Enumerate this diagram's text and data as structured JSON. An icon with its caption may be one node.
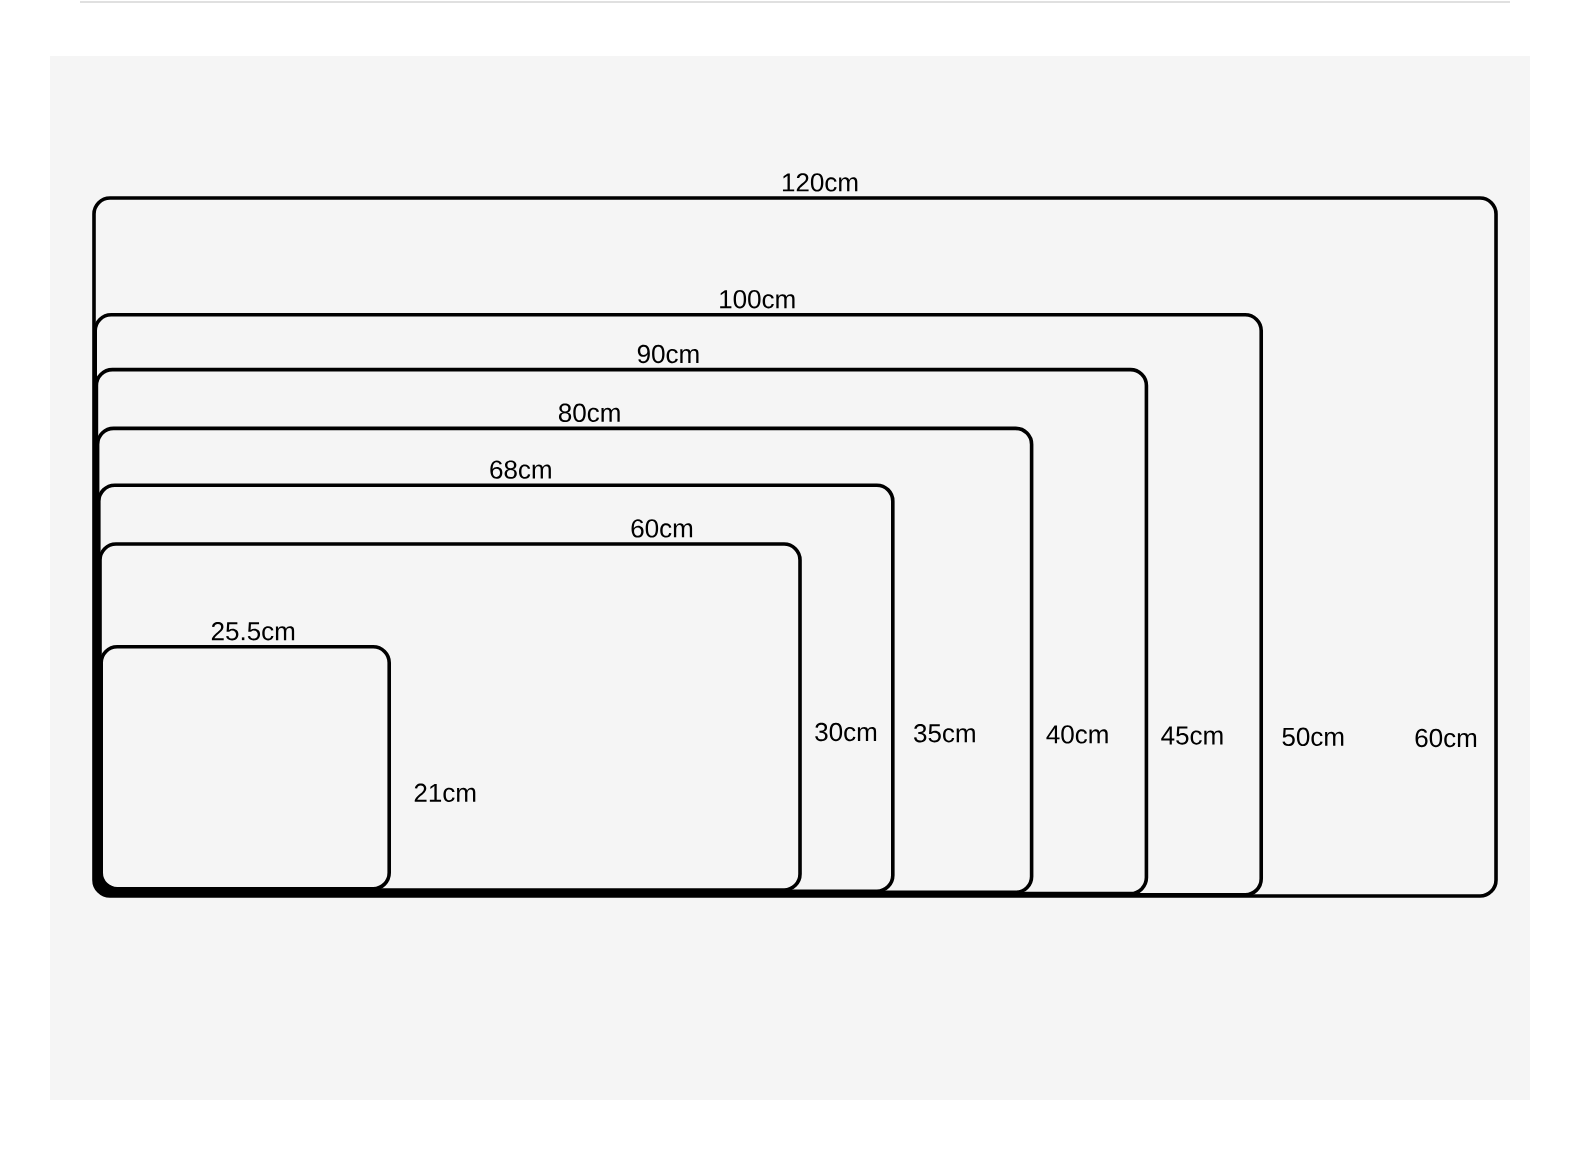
{
  "diagram": {
    "nodes": [
      {
        "text": [
          "120cm"
        ],
        "beside": [
          "60cm"
        ]
      },
      {
        "text": [
          "100cm"
        ],
        "beside": [
          "50cm"
        ],
        "in": 0
      },
      {
        "text": [
          "90cm"
        ],
        "beside": [
          "45cm"
        ],
        "in": 1
      },
      {
        "text": [
          "80cm"
        ],
        "beside": [
          "40cm"
        ],
        "in": 2
      },
      {
        "text": [
          "68cm"
        ],
        "beside": [
          "35cm"
        ],
        "in": 3
      },
      {
        "text": [
          "60cm"
        ],
        "beside": [
          "30cm"
        ],
        "in": 4
      },
      {
        "text": [
          "25.5cm"
        ],
        "beside": [
          "21cm"
        ],
        "in": 5
      }
    ]
  }
}
